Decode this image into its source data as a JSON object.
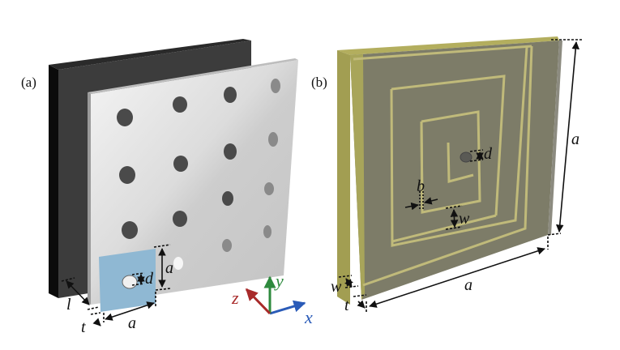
{
  "figure": {
    "panels": [
      {
        "id": "a",
        "label": "(a)",
        "description": "Perforated plate with periodic circular holes in front of a dark backing plate; highlighted unit cell",
        "hole_grid": {
          "rows": 4,
          "cols": 4
        },
        "dimensions": {
          "hole_diameter": "d",
          "cell_height": "a",
          "cell_width": "a",
          "gap": "l",
          "thickness": "t"
        }
      },
      {
        "id": "b",
        "label": "(b)",
        "description": "Square spiral channel plate with central hole",
        "dimensions": {
          "hole_diameter": "d",
          "wall_width": "b",
          "channel_width": "w",
          "side_height": "a",
          "side_width": "a",
          "depth": "w",
          "thickness": "t"
        }
      }
    ],
    "axes": {
      "x": {
        "label": "x",
        "color": "#2a5bb8"
      },
      "y": {
        "label": "y",
        "color": "#2e8a3e"
      },
      "z": {
        "label": "z",
        "color": "#a82a2a"
      }
    },
    "colors": {
      "backing_plate": "#3a3a3a",
      "backing_plate_side": "#0e0e0e",
      "perforated_plate": "#d6d6d6",
      "perforated_plate_light": "#ececec",
      "unit_cell_highlight": "#8fb8d3",
      "spiral_frame": "#a8a55a",
      "spiral_face": "#7d7c68",
      "spiral_wall": "#bcb678"
    }
  }
}
